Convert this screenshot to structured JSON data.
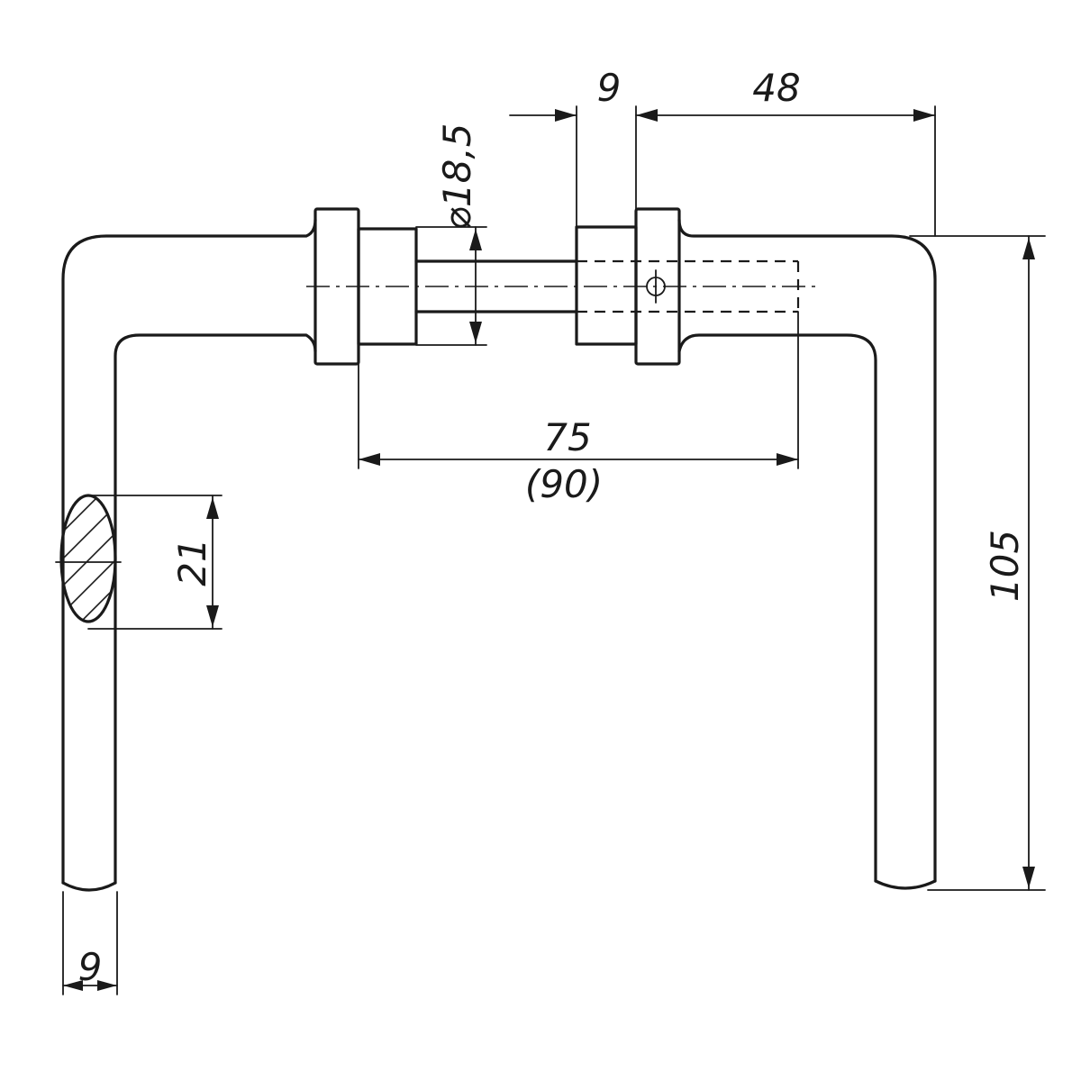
{
  "dimensions": {
    "rose_offset": "9",
    "lever_reach": "48",
    "spindle_diameter": "⌀18,5",
    "spindle_length": "75",
    "spindle_length_alt": "(90)",
    "grip_section_height": "21",
    "grip_width": "9",
    "lever_drop": "105"
  }
}
